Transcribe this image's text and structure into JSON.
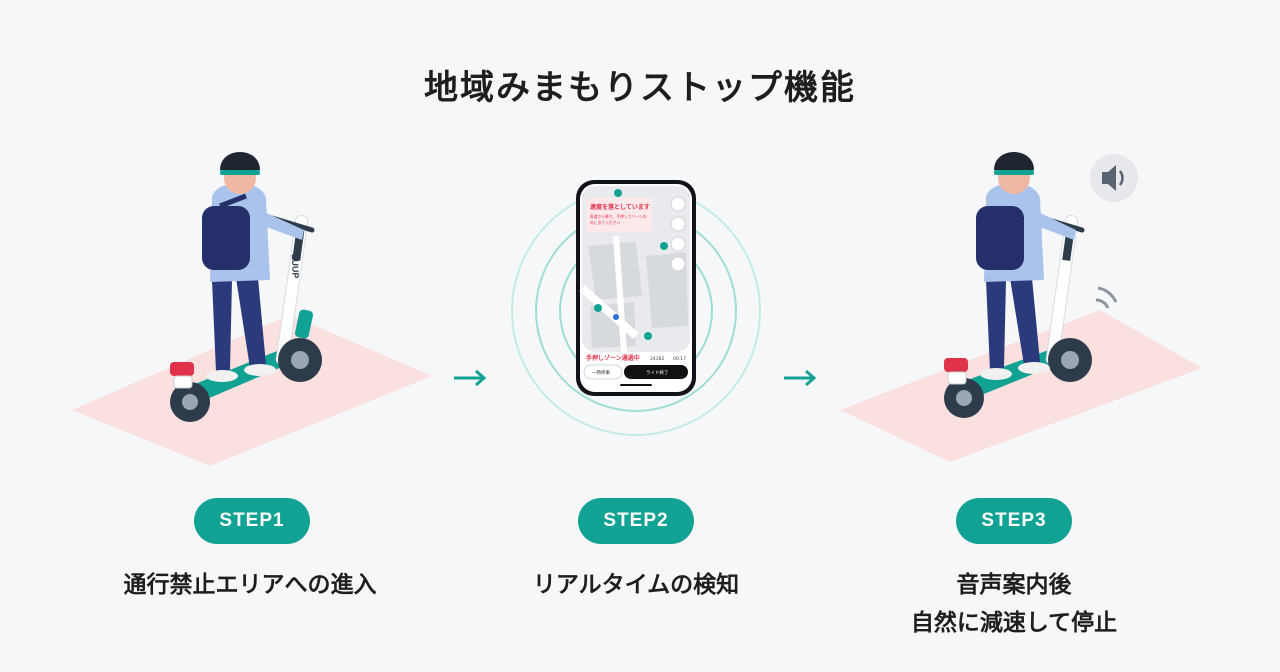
{
  "title": "地域みまもりストップ機能",
  "steps": [
    {
      "badge": "STEP1",
      "caption_lines": [
        "通行禁止エリアへの進入"
      ]
    },
    {
      "badge": "STEP2",
      "caption_lines": [
        "リアルタイムの検知"
      ]
    },
    {
      "badge": "STEP3",
      "caption_lines": [
        "音声案内後",
        "自然に減速して停止"
      ]
    }
  ],
  "phone": {
    "alert_title": "速度を落としています",
    "alert_body_line1": "車道から降り、手押しでゾーンの",
    "alert_body_line2": "外に出てください",
    "zone_status": "手押しゾーン通過中",
    "distance": "24382",
    "time": "00:17",
    "pause_button": "一時停車",
    "end_ride_button": "ライド終了"
  },
  "scooter_brand": "LUUP",
  "colors": {
    "accent": "#12a294",
    "zone_fill": "#fbe0e0",
    "alert_red": "#e0334b",
    "ring": "#9fdcd5"
  },
  "icons": [
    "arrow-right-icon",
    "arrow-right-icon",
    "speaker-icon",
    "user-icon",
    "search-icon",
    "info-icon",
    "navigation-icon",
    "parking-icon"
  ]
}
